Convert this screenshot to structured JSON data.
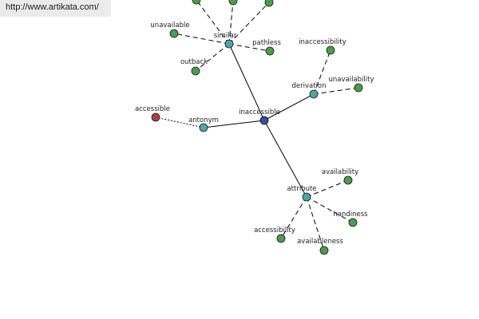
{
  "header": {
    "url": "http://www.artikata.com/"
  },
  "graph": {
    "colors": {
      "center": "#3d4a9e",
      "relation": "#4fa5a5",
      "leaf": "#4e9a4e",
      "antonym": "#a8404c",
      "edge": "#000000"
    },
    "center": {
      "label": "inaccessible"
    },
    "relations": [
      {
        "id": "similar",
        "label": "similar"
      },
      {
        "id": "derivation",
        "label": "derivation"
      },
      {
        "id": "antonym",
        "label": "antonym"
      },
      {
        "id": "attribute",
        "label": "attribute"
      }
    ],
    "leaves": [
      {
        "parent": "similar",
        "label": ""
      },
      {
        "parent": "similar",
        "label": ""
      },
      {
        "parent": "similar",
        "label": ""
      },
      {
        "parent": "similar",
        "label": "unavailable"
      },
      {
        "parent": "similar",
        "label": "pathless"
      },
      {
        "parent": "similar",
        "label": "outback"
      },
      {
        "parent": "derivation",
        "label": "inaccessibility"
      },
      {
        "parent": "derivation",
        "label": "unavailability"
      },
      {
        "parent": "antonym",
        "label": "accessible"
      },
      {
        "parent": "attribute",
        "label": "availability"
      },
      {
        "parent": "attribute",
        "label": "handiness"
      },
      {
        "parent": "attribute",
        "label": "accessibility"
      },
      {
        "parent": "attribute",
        "label": "availableness"
      }
    ]
  }
}
